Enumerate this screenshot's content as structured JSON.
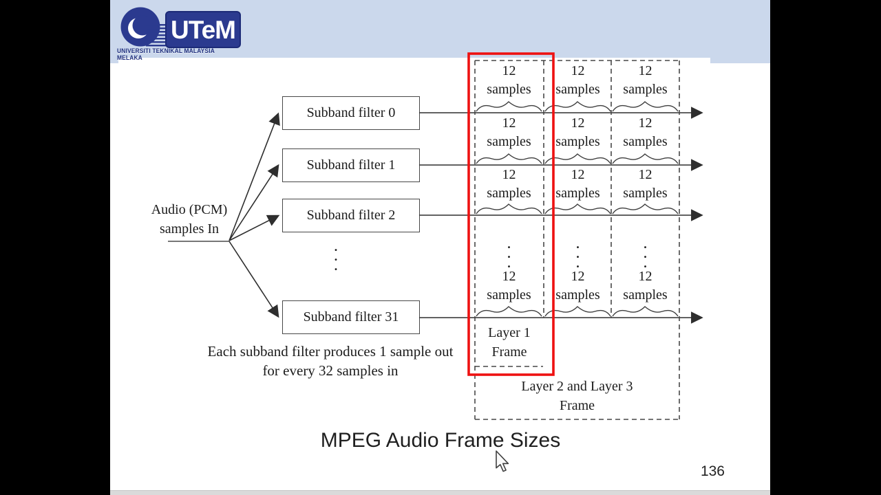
{
  "header": {
    "logo_acronym": "UTeM",
    "university_name": "UNIVERSITI TEKNIKAL MALAYSIA MELAKA",
    "band_color": "#cbd8ec",
    "logo_blue": "#2b3a8f"
  },
  "diagram": {
    "input_label": {
      "line1": "Audio (PCM)",
      "line2": "samples In"
    },
    "filters": [
      "Subband filter 0",
      "Subband filter 1",
      "Subband filter 2",
      "Subband filter 31"
    ],
    "samples_count": "12",
    "samples_word": "samples",
    "ellipsis_dot": ".",
    "note": {
      "line1": "Each subband filter produces 1 sample out",
      "line2": "for every 32 samples in"
    },
    "layer1_frame": {
      "line1": "Layer 1",
      "line2": "Frame"
    },
    "layer23_frame": {
      "line1": "Layer 2 and Layer 3",
      "line2": "Frame"
    },
    "highlight_color": "#ee1111",
    "columns": 3,
    "rows_shown": 4
  },
  "caption": "MPEG Audio Frame Sizes",
  "page_number": "136"
}
